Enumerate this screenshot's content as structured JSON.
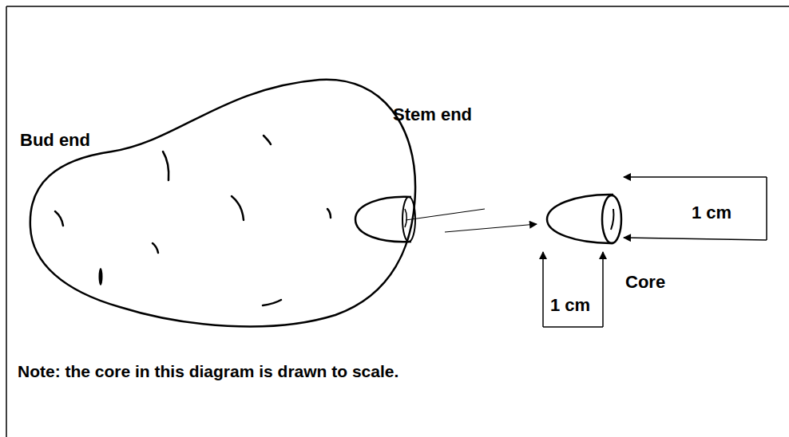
{
  "diagram": {
    "labels": [
      "Bud end",
      "Stem end",
      "1 cm",
      "Core",
      "1 cm",
      "Note: the core in this diagram is drawn to scale."
    ]
  }
}
